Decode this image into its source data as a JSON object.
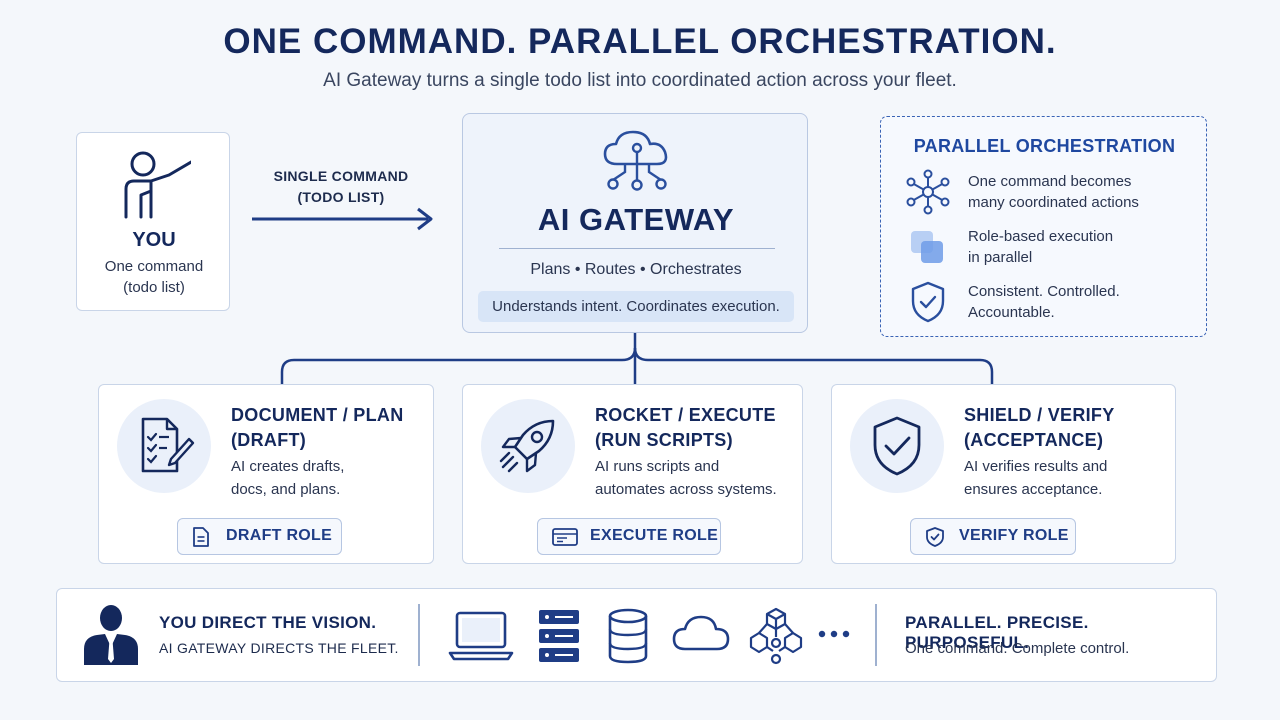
{
  "header": {
    "title": "ONE COMMAND. PARALLEL ORCHESTRATION.",
    "subtitle": "AI Gateway turns a single todo list into coordinated action across your fleet."
  },
  "you": {
    "label": "YOU",
    "desc_line1": "One command",
    "desc_line2": "(todo list)"
  },
  "command": {
    "line1": "SINGLE COMMAND",
    "line2": "(TODO LIST)"
  },
  "gateway": {
    "title": "AI GATEWAY",
    "functions": "Plans • Routes • Orchestrates",
    "tagline": "Understands intent. Coordinates execution."
  },
  "parallel": {
    "title": "PARALLEL ORCHESTRATION",
    "items": [
      {
        "icon": "network-icon",
        "line1": "One command becomes",
        "line2": "many coordinated actions"
      },
      {
        "icon": "stacked-squares-icon",
        "line1": "Role-based execution",
        "line2": "in parallel"
      },
      {
        "icon": "shield-check-icon",
        "line1": "Consistent. Controlled.",
        "line2": "Accountable."
      }
    ]
  },
  "roles": [
    {
      "icon": "document-checklist-icon",
      "title1": "DOCUMENT / PLAN",
      "title2": "(DRAFT)",
      "desc1": "AI creates drafts,",
      "desc2": "docs, and plans.",
      "button": "DRAFT ROLE",
      "button_icon": "document-icon"
    },
    {
      "icon": "rocket-icon",
      "title1": "ROCKET / EXECUTE",
      "title2": "(RUN SCRIPTS)",
      "desc1": "AI runs scripts and",
      "desc2": "automates across systems.",
      "button": "EXECUTE ROLE",
      "button_icon": "terminal-window-icon"
    },
    {
      "icon": "shield-check-icon",
      "title1": "SHIELD / VERIFY",
      "title2": "(ACCEPTANCE)",
      "desc1": "AI verifies results and",
      "desc2": "ensures acceptance.",
      "button": "VERIFY ROLE",
      "button_icon": "shield-check-icon"
    }
  ],
  "bottom": {
    "left_title": "YOU DIRECT THE VISION.",
    "left_sub": "AI GATEWAY DIRECTS THE FLEET.",
    "right_title": "PARALLEL. PRECISE. PURPOSEFUL.",
    "right_sub": "One command. Complete control.",
    "fleet_icons": [
      "laptop-icon",
      "server-icon",
      "database-icon",
      "cloud-icon",
      "cubes-icon",
      "more-icon"
    ]
  },
  "colors": {
    "navy": "#14285c",
    "accent_blue": "#1f48a0",
    "icon_blue": "#2a4f9e",
    "light_fill": "#eaf0fa"
  }
}
